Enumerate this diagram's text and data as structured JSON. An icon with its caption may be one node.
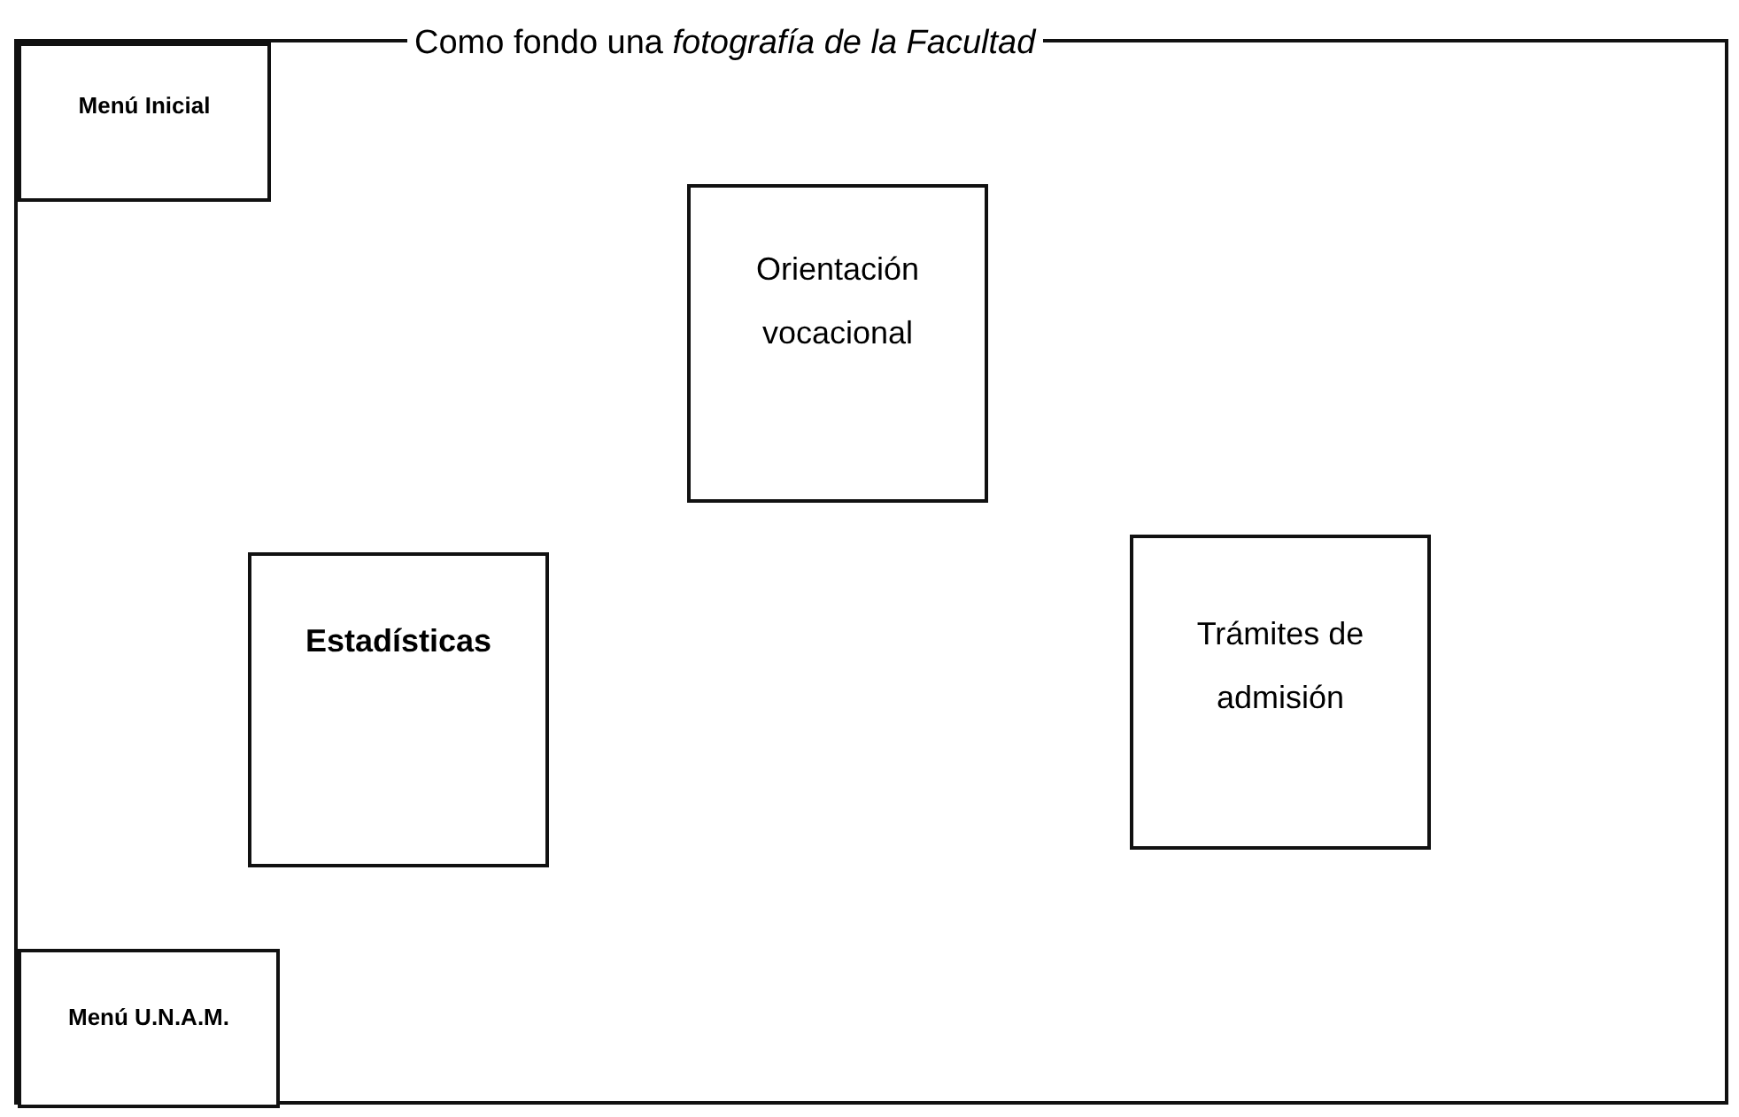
{
  "diagram": {
    "nodes": [
      {
        "text": [
          "Como fondo una *fotografía de la Facultad*"
        ]
      },
      {
        "text": [
          "Menú Inicial"
        ],
        "in": 0
      },
      {
        "text": [
          "Orientación vocacional"
        ],
        "in": 0
      },
      {
        "text": [
          "Estadísticas"
        ],
        "in": 0
      },
      {
        "text": [
          "Trámites de admisión"
        ],
        "in": 0
      },
      {
        "text": [
          "Menú U.N.A.M."
        ],
        "in": 0
      }
    ],
    "edges": []
  }
}
